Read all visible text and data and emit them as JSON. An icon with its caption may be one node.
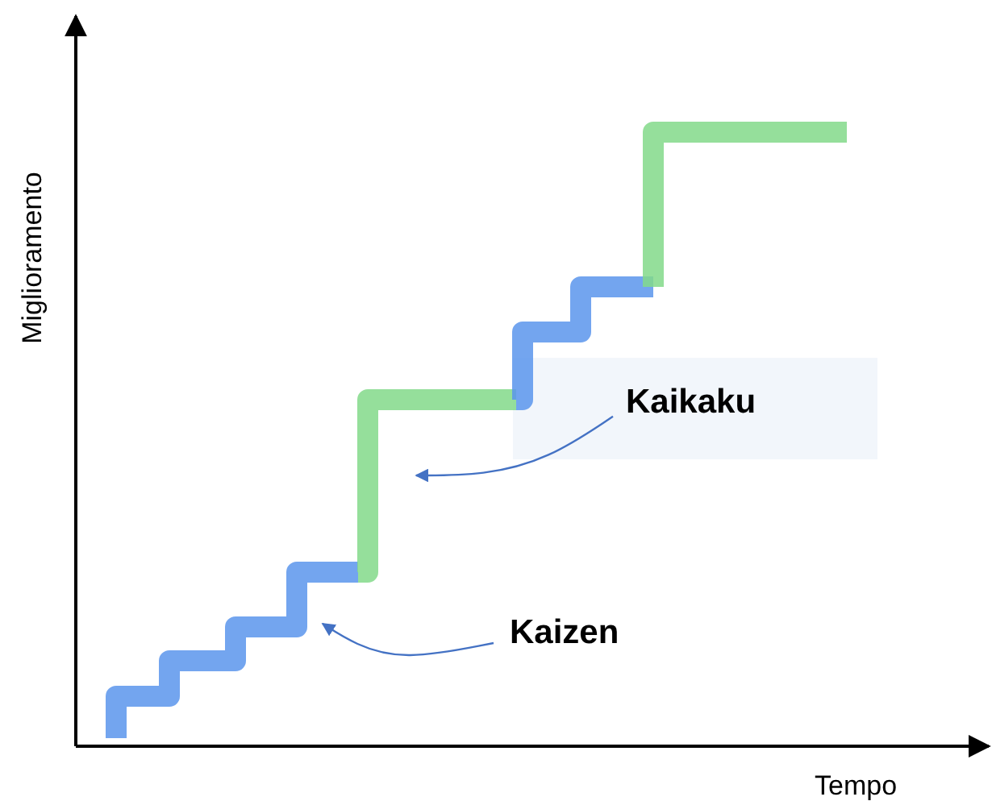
{
  "diagram": {
    "nodes": [
      {
        "text": [
          "Kaikaku"
        ]
      },
      {
        "text": [
          "Kaizen"
        ]
      }
    ],
    "edges": [
      {
        "from": 0,
        "to": null,
        "arrow": "to"
      },
      {
        "from": 1,
        "to": null,
        "arrow": "to"
      }
    ],
    "labels": [
      "Miglioramento",
      "Tempo"
    ]
  }
}
